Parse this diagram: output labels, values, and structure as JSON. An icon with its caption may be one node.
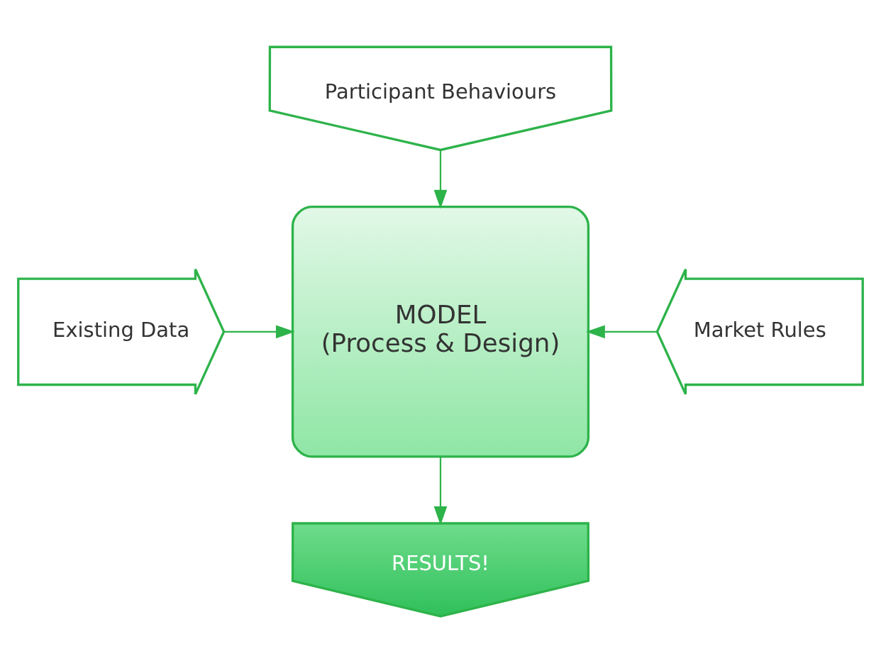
{
  "diagram": {
    "nodes": [
      {
        "text": [
          "Participant Behaviours"
        ]
      },
      {
        "text": [
          "Existing Data"
        ]
      },
      {
        "text": [
          "MODEL",
          "(Process & Design)"
        ]
      },
      {
        "text": [
          "Market Rules"
        ]
      },
      {
        "text": [
          "RESULTS!"
        ]
      }
    ],
    "edges": [
      {
        "from": 0,
        "to": 2,
        "arrow": "to"
      },
      {
        "from": 1,
        "to": 2,
        "arrow": "to"
      },
      {
        "from": 3,
        "to": 2,
        "arrow": "to"
      },
      {
        "from": 2,
        "to": 4,
        "arrow": "to"
      }
    ]
  }
}
